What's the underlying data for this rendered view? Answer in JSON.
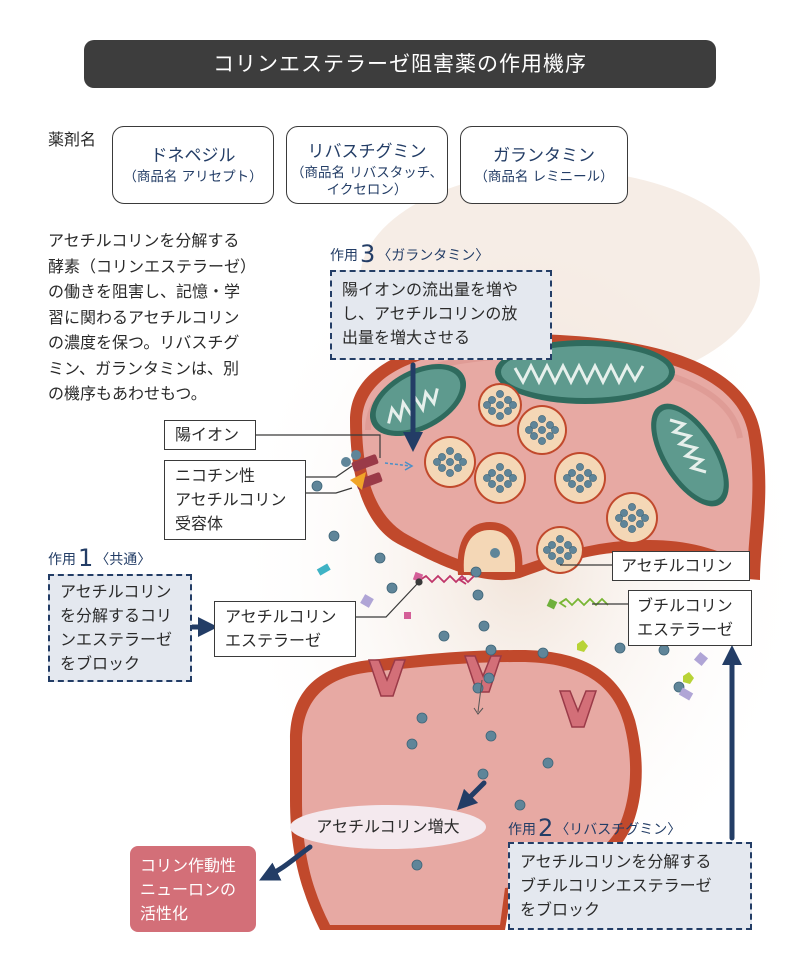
{
  "title": "コリンエステラーゼ阻害薬の作用機序",
  "drugs": {
    "label": "薬剤名",
    "items": [
      {
        "name": "ドネペジル",
        "brand": "（商品名 アリセプト）"
      },
      {
        "name": "リバスチグミン",
        "brand_line1": "（商品名 リバスタッチ、",
        "brand_line2": "イクセロン）"
      },
      {
        "name": "ガランタミン",
        "brand": "（商品名 レミニール）"
      }
    ]
  },
  "description": [
    "アセチルコリンを分解する",
    "酵素（コリンエステラーゼ）",
    "の働きを阻害し、記憶・学",
    "習に関わるアセチルコリン",
    "の濃度を保つ。リバスチグ",
    "ミン、ガランタミンは、別",
    "の機序もあわせもつ。"
  ],
  "action3": {
    "prefix": "作用",
    "number": "3",
    "drug": "〈ガランタミン〉",
    "text": [
      "陽イオンの流出量を増や",
      "し、アセチルコリンの放",
      "出量を増大させる"
    ]
  },
  "action1": {
    "prefix": "作用",
    "number": "1",
    "drug": "〈共通〉",
    "text": [
      "アセチルコリン",
      "を分解するコリ",
      "ンエステラーゼ",
      "をブロック"
    ]
  },
  "action2": {
    "prefix": "作用",
    "number": "2",
    "drug": "〈リバスチグミン〉",
    "text": [
      "アセチルコリンを分解する",
      "ブチルコリンエステラーゼ",
      "をブロック"
    ]
  },
  "labels": {
    "cation": "陽イオン",
    "receptor": [
      "ニコチン性",
      "アセチルコリン",
      "受容体"
    ],
    "acetylcholine": "アセチルコリン",
    "ache": [
      "アセチルコリン",
      "エステラーゼ"
    ],
    "buche": [
      "ブチルコリン",
      "エステラーゼ"
    ],
    "increase": "アセチルコリン増大",
    "result": [
      "コリン作動性",
      "ニューロンの",
      "活性化"
    ]
  },
  "colors": {
    "navy": "#233d66",
    "membrane": "#c1492c",
    "cell": "#e7a9a3",
    "vesicle": "#f4d7b6",
    "mito": "#5e9a8e",
    "result_red": "#d36f78"
  }
}
